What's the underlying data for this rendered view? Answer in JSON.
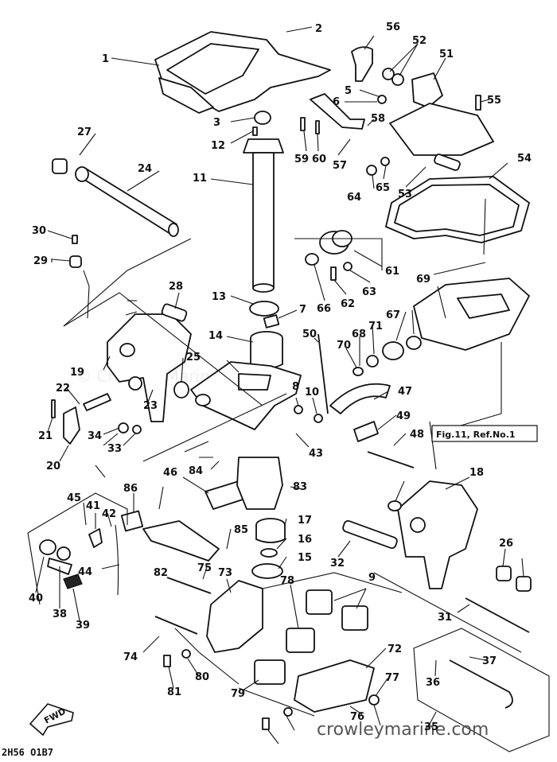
{
  "figure_ref": "Fig.11, Ref.No.1",
  "watermark": "crowleymarine.com",
  "faint_watermark": "© Crowley Marine",
  "fwd_label": "FWD",
  "drawing_code": "2H56 O1B7",
  "callouts": [
    "1",
    "2",
    "3",
    "5",
    "6",
    "7",
    "8",
    "9",
    "10",
    "11",
    "12",
    "13",
    "14",
    "15",
    "16",
    "17",
    "18",
    "19",
    "20",
    "21",
    "22",
    "23",
    "24",
    "25",
    "26",
    "27",
    "28",
    "29",
    "30",
    "31",
    "32",
    "33",
    "34",
    "35",
    "36",
    "37",
    "38",
    "39",
    "40",
    "41",
    "42",
    "43",
    "44",
    "45",
    "46",
    "47",
    "48",
    "49",
    "50",
    "51",
    "52",
    "53",
    "54",
    "55",
    "56",
    "57",
    "58",
    "59",
    "60",
    "61",
    "62",
    "63",
    "64",
    "65",
    "66",
    "67",
    "68",
    "69",
    "70",
    "71",
    "72",
    "73",
    "74",
    "75",
    "76",
    "77",
    "78",
    "79",
    "80",
    "81",
    "82",
    "83",
    "84",
    "85",
    "86"
  ]
}
